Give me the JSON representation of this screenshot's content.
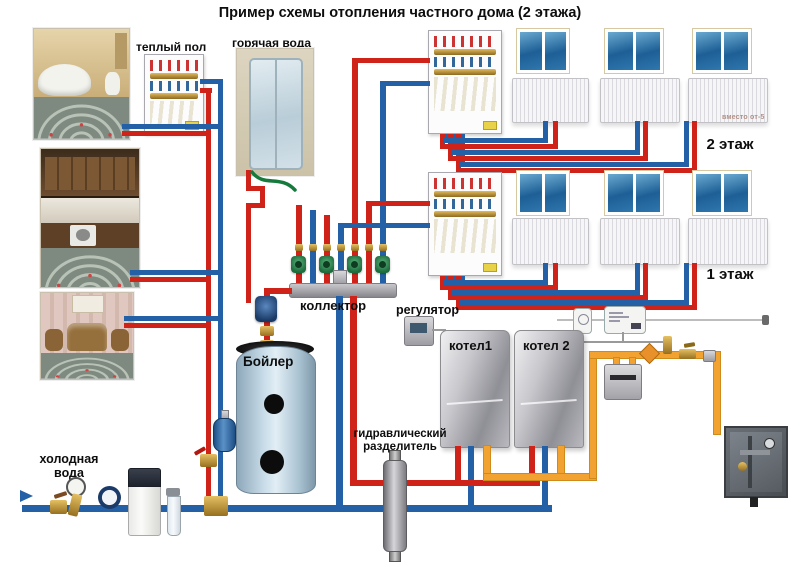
{
  "title": "Пример схемы отопления частного дома (2 этажа)",
  "labels": {
    "warm_floor": "теплый пол",
    "hot_water": "горячая вода",
    "collector": "коллектор",
    "regulator": "регулятор",
    "boiler_tank": "Бойлер",
    "boiler1": "котел1",
    "boiler2": "котел 2",
    "hydraulic_separator_line1": "гидравлический",
    "hydraulic_separator_line2": "разделитель",
    "cold_water_line1": "холодная",
    "cold_water_line2": "вода",
    "floor2": "2 этаж",
    "floor1": "1 этаж",
    "watermark": "вместо от-5"
  },
  "colors": {
    "pipe_hot": "#cf231a",
    "pipe_cold": "#2360a5",
    "pipe_gas": "#f2a231",
    "pump_green": "#2e8b57",
    "window_glass": "#1d5f96",
    "collector_bar": "#9aa0a6"
  }
}
